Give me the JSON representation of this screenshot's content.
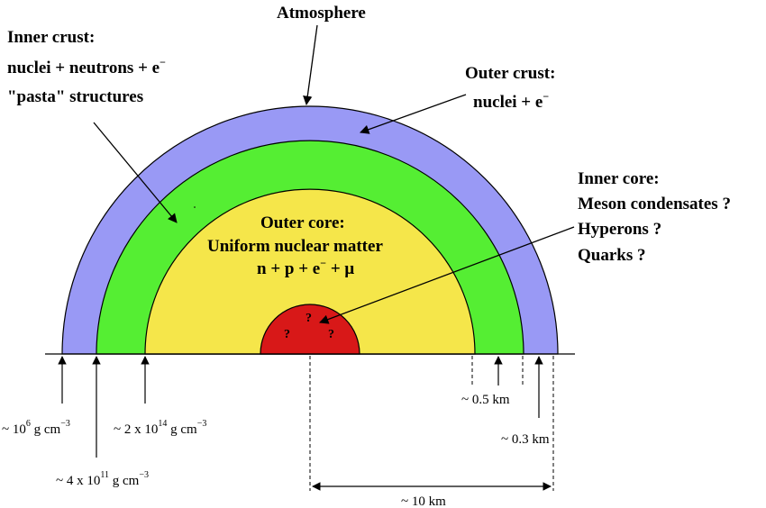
{
  "colors": {
    "atmosphere_outer_crust": "#9999f5",
    "inner_crust": "#55ee33",
    "outer_core": "#f5e64a",
    "inner_core": "#d81818",
    "outline": "#000000"
  },
  "labels": {
    "atmosphere": "Atmosphere",
    "inner_crust_title": "Inner crust:",
    "inner_crust_line1": "nuclei + neutrons + e",
    "inner_crust_line1_sup": "−",
    "inner_crust_line2": "\"pasta\" structures",
    "outer_crust_title": "Outer crust:",
    "outer_crust_line1": "nuclei + e",
    "outer_crust_line1_sup": "−",
    "inner_core_title": "Inner core:",
    "inner_core_line1": "Meson condensates ?",
    "inner_core_line2": "Hyperons ?",
    "inner_core_line3": "Quarks ?",
    "outer_core_title": "Outer core:",
    "outer_core_line1": "Uniform nuclear matter",
    "outer_core_line2_a": "n + p + e",
    "outer_core_line2_sup": "−",
    "outer_core_line2_b": " + μ",
    "question_mark": "?"
  },
  "densities": {
    "d1_prefix": "~ 10",
    "d1_exp": "6",
    "d1_unit": " g cm",
    "d1_unit_exp": "−3",
    "d2_prefix": "~ 2 x 10",
    "d2_exp": "14",
    "d2_unit": " g cm",
    "d2_unit_exp": "−3",
    "d3_prefix": "~ 4 x 10",
    "d3_exp": "11",
    "d3_unit": " g cm",
    "d3_unit_exp": "−3"
  },
  "distances": {
    "inner_crust_thickness": "~ 0.5 km",
    "outer_crust_thickness": "~ 0.3 km",
    "radius": "~ 10 km"
  }
}
